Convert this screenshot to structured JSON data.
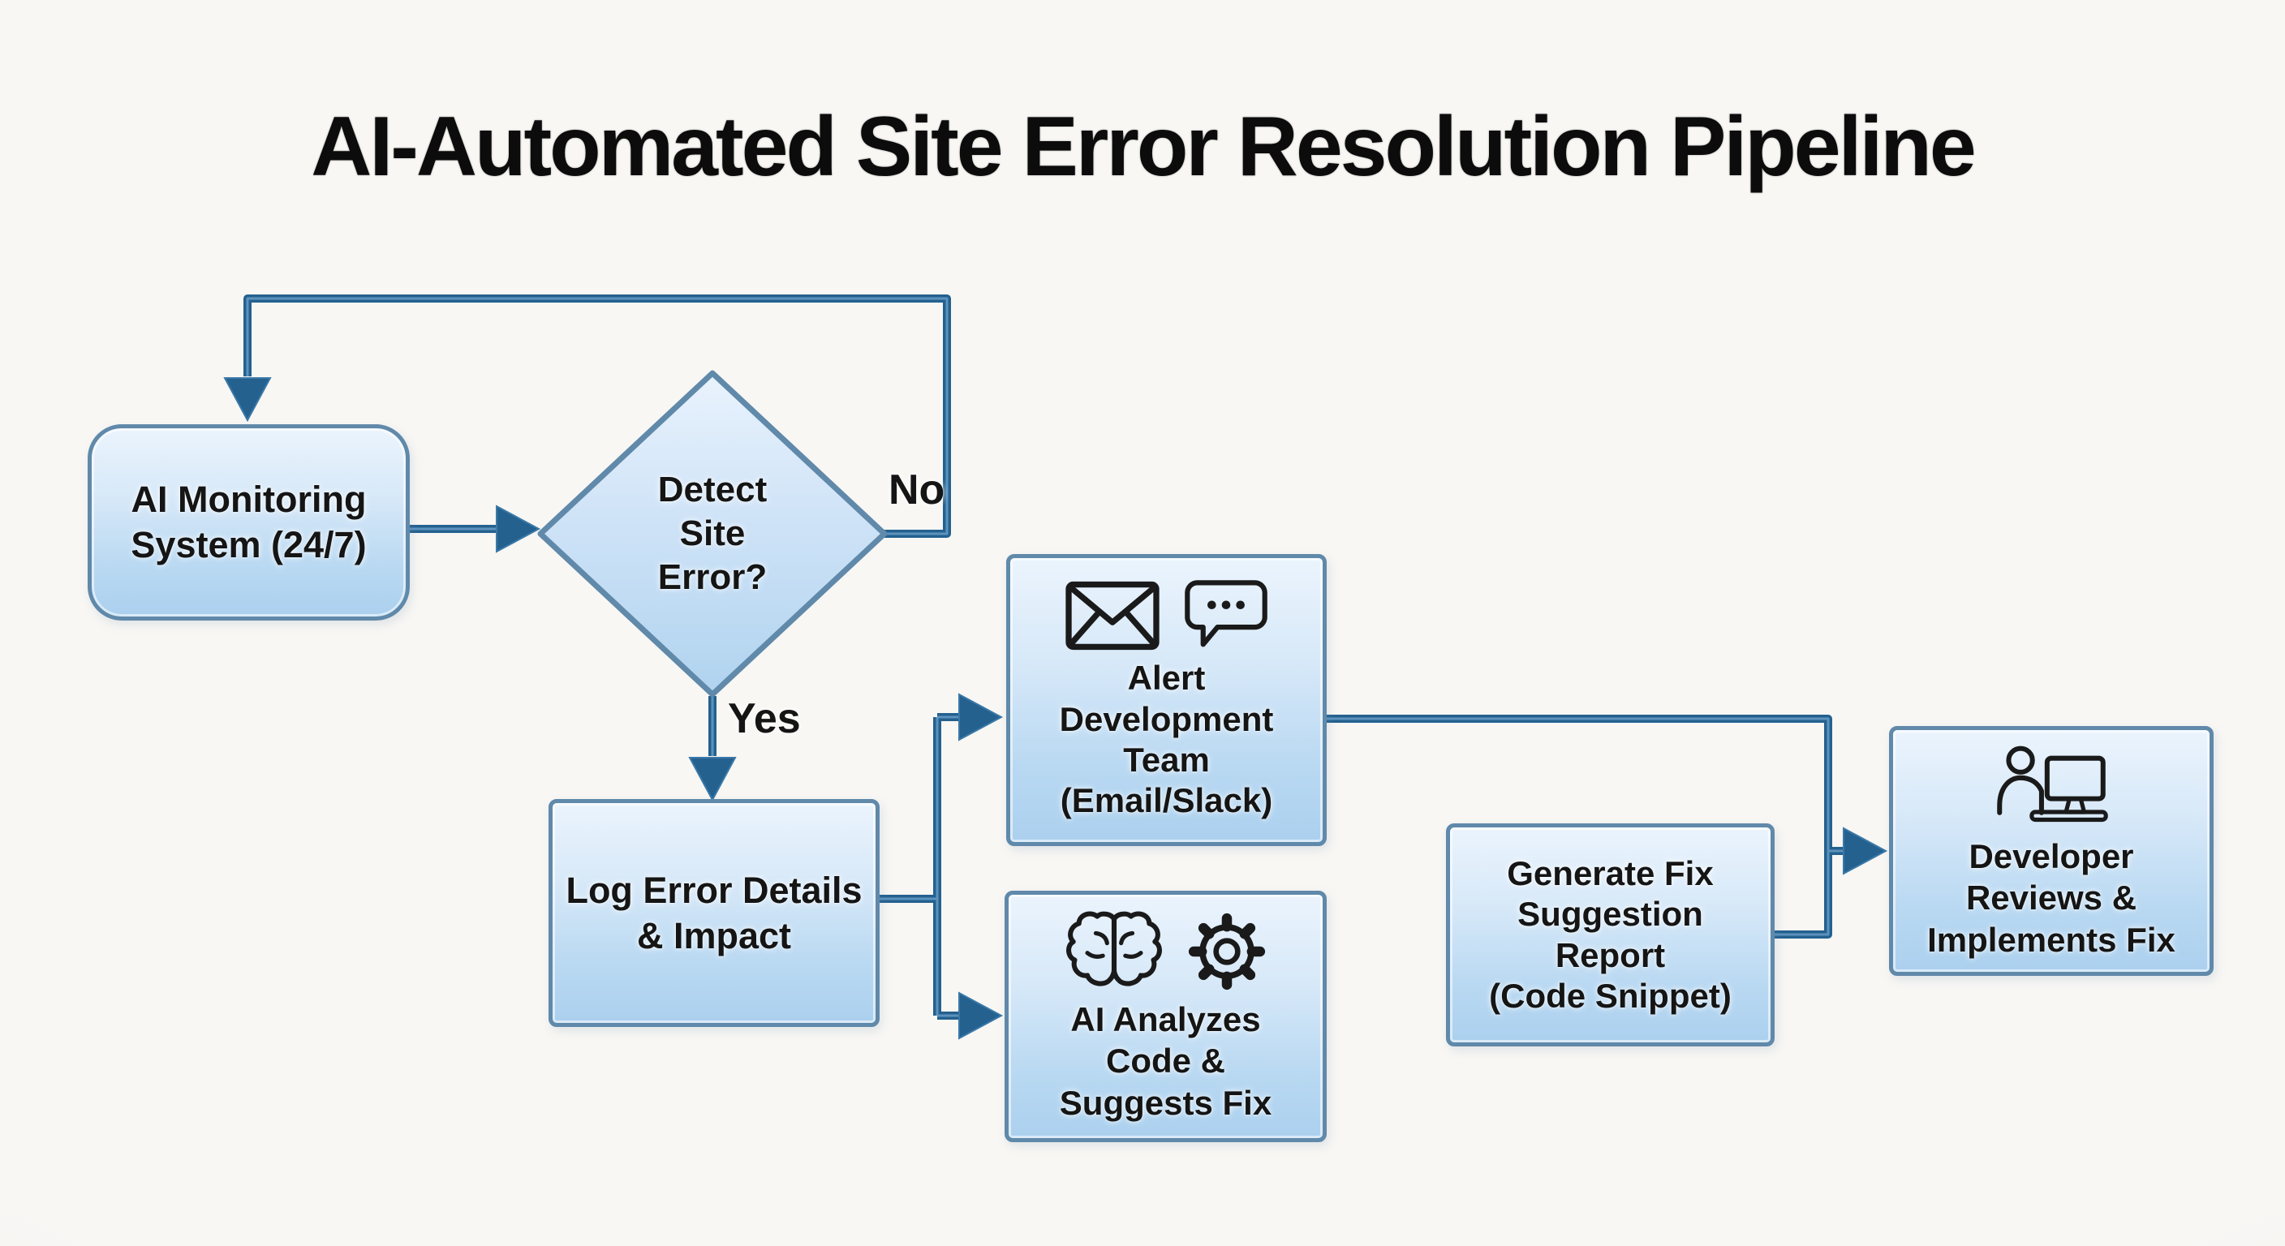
{
  "title": "AI-Automated Site Error Resolution Pipeline",
  "nodes": {
    "monitor": {
      "label": "AI Monitoring\nSystem (24/7)",
      "shape": "rounded-rectangle"
    },
    "decision": {
      "label": "Detect\nSite\nError?",
      "shape": "diamond"
    },
    "log": {
      "label": "Log Error Details\n& Impact",
      "shape": "rectangle"
    },
    "alert": {
      "label": "Alert\nDevelopment\nTeam\n(Email/Slack)",
      "shape": "rectangle",
      "icons": [
        "email-icon",
        "chat-bubble-icon"
      ]
    },
    "analyze": {
      "label": "AI Analyzes\nCode &\nSuggests Fix",
      "shape": "rectangle",
      "icons": [
        "brain-icon",
        "gear-icon"
      ]
    },
    "report": {
      "label": "Generate Fix\nSuggestion\nReport\n(Code Snippet)",
      "shape": "rectangle"
    },
    "developer": {
      "label": "Developer\nReviews &\nImplements Fix",
      "shape": "rectangle",
      "icons": [
        "developer-workstation-icon"
      ]
    }
  },
  "edges": {
    "yes_label": "Yes",
    "no_label": "No",
    "flows": [
      {
        "from": "monitor",
        "to": "decision",
        "label": ""
      },
      {
        "from": "decision",
        "to": "log",
        "label": "Yes"
      },
      {
        "from": "decision",
        "to": "monitor",
        "label": "No"
      },
      {
        "from": "log",
        "to": "alert",
        "label": ""
      },
      {
        "from": "log",
        "to": "analyze",
        "label": ""
      },
      {
        "from": "alert",
        "to": "developer",
        "label": ""
      },
      {
        "from": "analyze",
        "to": "report",
        "label": ""
      },
      {
        "from": "report",
        "to": "developer",
        "label": ""
      }
    ]
  },
  "colors": {
    "background": "#f6f5f2",
    "node_fill_top": "#ebf4fd",
    "node_fill_bottom": "#abd0ee",
    "node_border": "#6089aa",
    "connector": "#24618f",
    "label_text": "#151515",
    "title_text": "#0c0c0c"
  }
}
